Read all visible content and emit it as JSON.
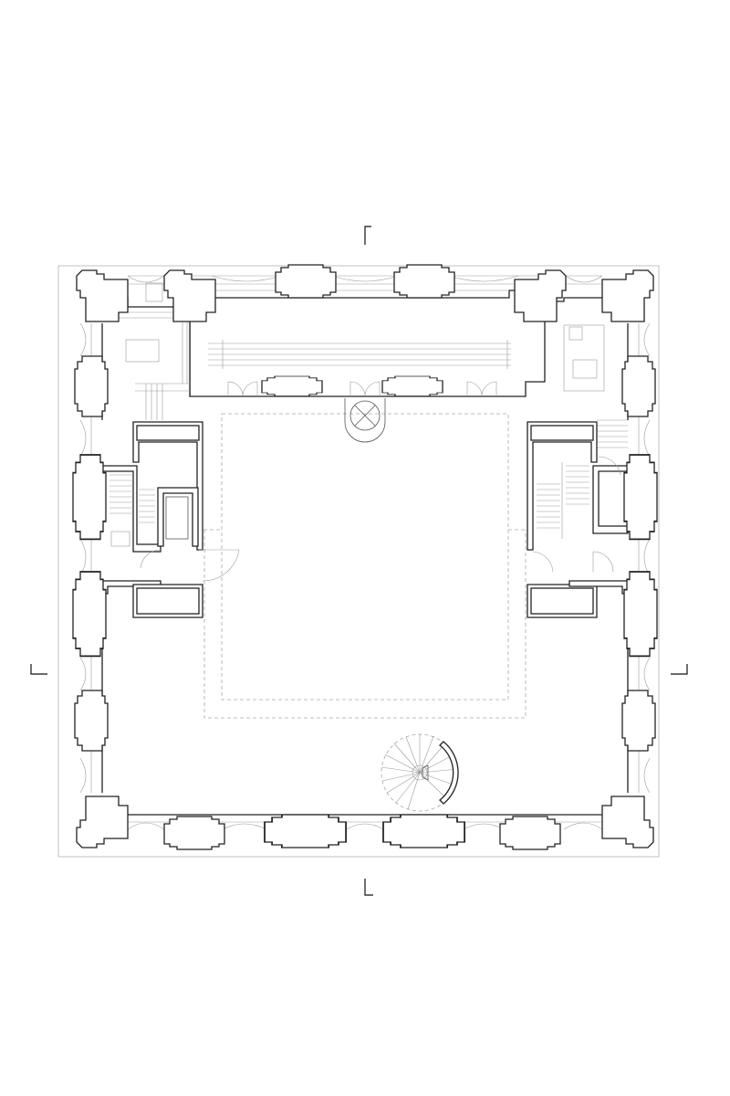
{
  "drawing": {
    "type": "architectural floor plan",
    "background": "#ffffff",
    "line_color": "#222222",
    "section_markers": [
      "top",
      "left",
      "right",
      "bottom"
    ]
  }
}
